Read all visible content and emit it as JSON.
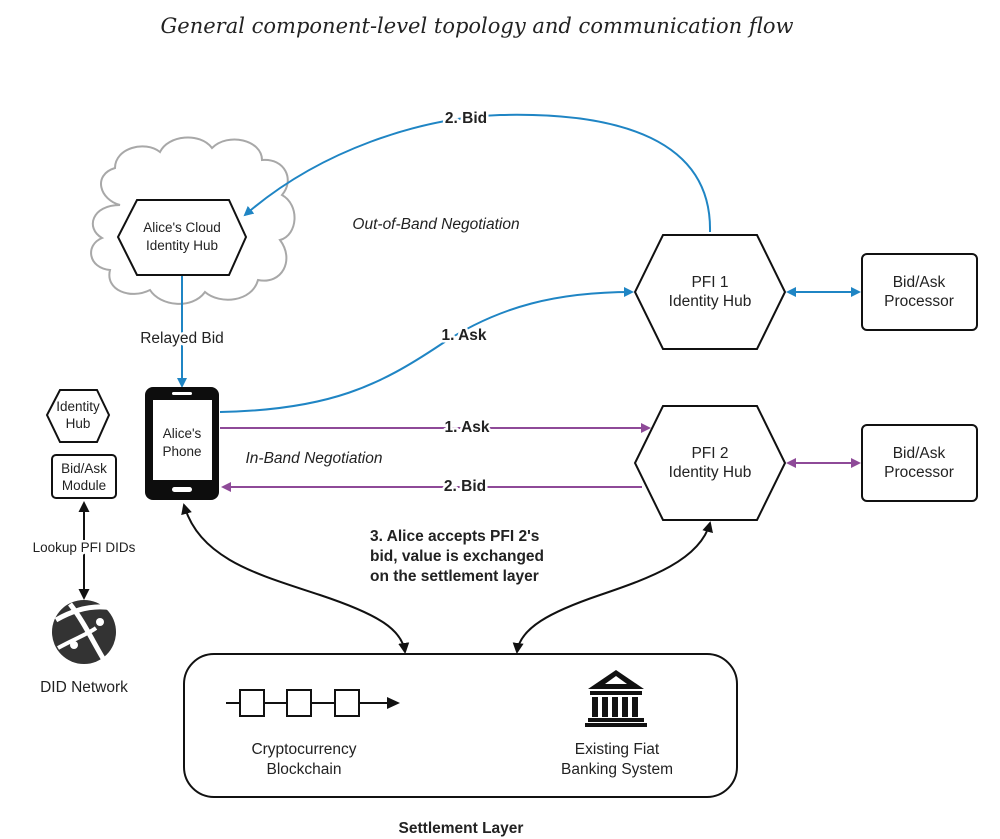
{
  "title": "General component-level topology and communication flow",
  "colors": {
    "out_of_band": "#1f85c4",
    "in_band": "#8e4a98",
    "outline": "#111111",
    "cloud": "#a8a8a8"
  },
  "nodes": {
    "cloud_hub": {
      "line1": "Alice's Cloud",
      "line2": "Identity Hub",
      "icon": "cloud-icon"
    },
    "phone": {
      "line1": "Alice's",
      "line2": "Phone",
      "icon": "smartphone-icon"
    },
    "identity_hub": {
      "line1": "Identity",
      "line2": "Hub"
    },
    "bidask_module": {
      "line1": "Bid/Ask",
      "line2": "Module"
    },
    "did_network": {
      "label": "DID Network",
      "icon": "network-globe-icon"
    },
    "pfi1_hub": {
      "line1": "PFI 1",
      "line2": "Identity Hub"
    },
    "pfi2_hub": {
      "line1": "PFI 2",
      "line2": "Identity Hub"
    },
    "processor1": {
      "line1": "Bid/Ask",
      "line2": "Processor"
    },
    "processor2": {
      "line1": "Bid/Ask",
      "line2": "Processor"
    },
    "settlement": {
      "label": "Settlement Layer",
      "crypto": {
        "line1": "Cryptocurrency",
        "line2": "Blockchain",
        "icon": "blockchain-icon"
      },
      "fiat": {
        "line1": "Existing Fiat",
        "line2": "Banking System",
        "icon": "bank-icon"
      }
    }
  },
  "edges": {
    "oob_bid": "2. Bid",
    "oob_ask": "1. Ask",
    "relayed_bid": "Relayed Bid",
    "ib_ask": "1. Ask",
    "ib_bid": "2. Bid",
    "lookup": "Lookup PFI DIDs",
    "accept": [
      "3. Alice accepts PFI 2's",
      "bid, value is exchanged",
      "on the settlement layer"
    ]
  },
  "annotations": {
    "out_of_band": "Out-of-Band Negotiation",
    "in_band": "In-Band Negotiation"
  }
}
